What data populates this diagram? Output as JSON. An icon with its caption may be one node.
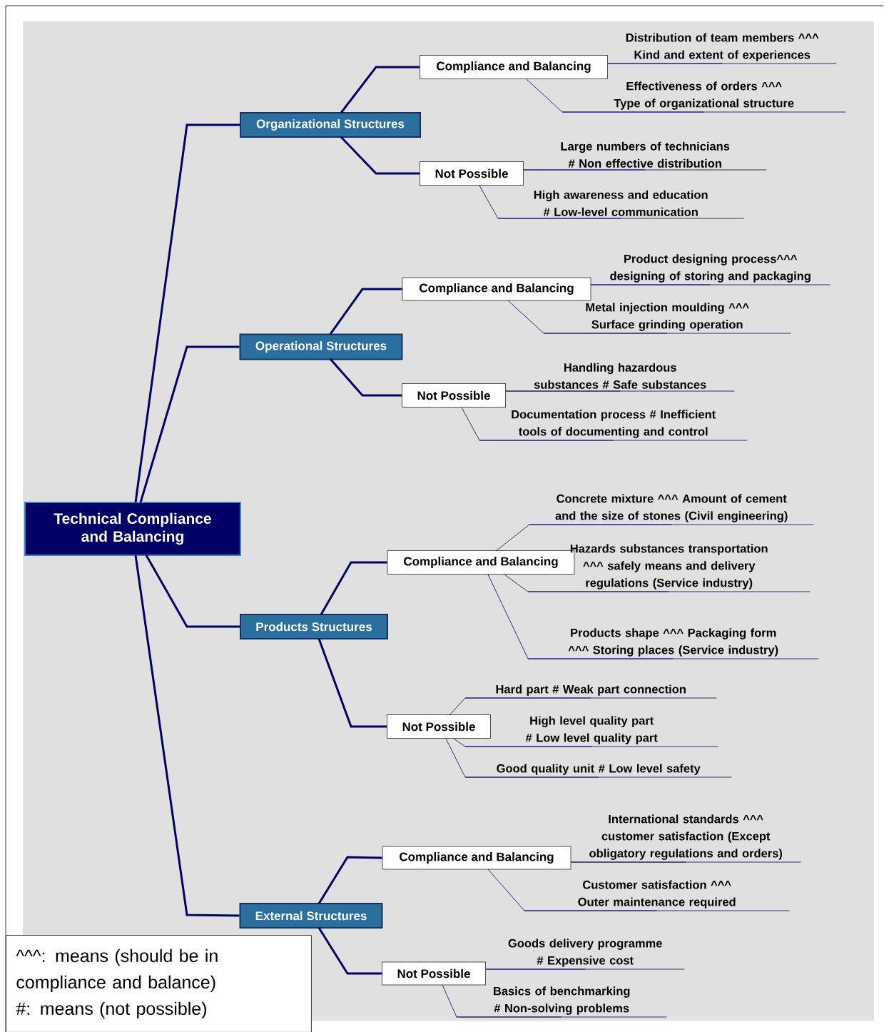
{
  "diagram": {
    "nodes": [
      {
        "text": [
          "Technical Compliance and Balancing"
        ]
      },
      {
        "text": [
          "Organizational Structures"
        ]
      },
      {
        "text": [
          "Compliance and Balancing"
        ]
      },
      {
        "text": [
          "Distribution of team members ^^^ Kind and extent of experiences"
        ]
      },
      {
        "text": [
          "Effectiveness of orders ^^^ Type of organizational structure"
        ]
      },
      {
        "text": [
          "Not Possible"
        ]
      },
      {
        "text": [
          "Large numbers of technicians # Non effective distribution"
        ]
      },
      {
        "text": [
          "High awareness and education # Low-level communication"
        ]
      },
      {
        "text": [
          "Operational Structures"
        ]
      },
      {
        "text": [
          "Compliance and Balancing"
        ]
      },
      {
        "text": [
          "Product designing process^^^ designing of storing and packaging"
        ]
      },
      {
        "text": [
          "Metal injection moulding ^^^ Surface grinding operation"
        ]
      },
      {
        "text": [
          "Not Possible"
        ]
      },
      {
        "text": [
          "Handling hazardous substances # Safe substances"
        ]
      },
      {
        "text": [
          "Documentation process # Inefficient tools of documenting and control"
        ]
      },
      {
        "text": [
          "Products Structures"
        ]
      },
      {
        "text": [
          "Compliance and Balancing"
        ]
      },
      {
        "text": [
          "Concrete mixture ^^^ Amount of cement and the size of stones (Civil engineering)"
        ]
      },
      {
        "text": [
          "Hazards substances transportation ^^^ safely means and delivery regulations (Service industry)"
        ]
      },
      {
        "text": [
          "Products shape ^^^ Packaging form ^^^ Storing places (Service industry)"
        ]
      },
      {
        "text": [
          "Not Possible"
        ]
      },
      {
        "text": [
          "Hard part # Weak part connection"
        ]
      },
      {
        "text": [
          "High level quality part # Low level quality part"
        ]
      },
      {
        "text": [
          "Good quality unit # Low level safety"
        ]
      },
      {
        "text": [
          "External Structures"
        ]
      },
      {
        "text": [
          "Compliance and Balancing"
        ]
      },
      {
        "text": [
          "International standards ^^^ customer satisfaction (Except obligatory regulations and orders)"
        ]
      },
      {
        "text": [
          "Customer satisfaction ^^^ Outer maintenance required"
        ]
      },
      {
        "text": [
          "Not Possible"
        ]
      },
      {
        "text": [
          "Goods delivery programme # Expensive cost"
        ]
      },
      {
        "text": [
          "Basics of benchmarking # Non-solving problems"
        ]
      },
      {
        "text": [
          "^^^: means (should be in compliance and balance)",
          "#: means (not possible)"
        ]
      }
    ],
    "edges": [
      {
        "from": 0,
        "to": 1,
        "arrow": "none",
        "style": "thick"
      },
      {
        "from": 1,
        "to": 2,
        "arrow": "none",
        "style": "thick"
      },
      {
        "from": 2,
        "to": 3,
        "arrow": "none"
      },
      {
        "from": 2,
        "to": 4,
        "arrow": "none"
      },
      {
        "from": 1,
        "to": 5,
        "arrow": "none",
        "style": "thick"
      },
      {
        "from": 5,
        "to": 6,
        "arrow": "none"
      },
      {
        "from": 5,
        "to": 7,
        "arrow": "none"
      },
      {
        "from": 0,
        "to": 8,
        "arrow": "none",
        "style": "thick"
      },
      {
        "from": 8,
        "to": 9,
        "arrow": "none",
        "style": "thick"
      },
      {
        "from": 9,
        "to": 10,
        "arrow": "none"
      },
      {
        "from": 9,
        "to": 11,
        "arrow": "none"
      },
      {
        "from": 8,
        "to": 12,
        "arrow": "none",
        "style": "thick"
      },
      {
        "from": 12,
        "to": 13,
        "arrow": "none"
      },
      {
        "from": 12,
        "to": 14,
        "arrow": "none"
      },
      {
        "from": 0,
        "to": 15,
        "arrow": "none",
        "style": "thick"
      },
      {
        "from": 15,
        "to": 16,
        "arrow": "none",
        "style": "thick"
      },
      {
        "from": 16,
        "to": 17,
        "arrow": "none"
      },
      {
        "from": 16,
        "to": 18,
        "arrow": "none"
      },
      {
        "from": 16,
        "to": 19,
        "arrow": "none"
      },
      {
        "from": 15,
        "to": 20,
        "arrow": "none",
        "style": "thick"
      },
      {
        "from": 20,
        "to": 21,
        "arrow": "none"
      },
      {
        "from": 20,
        "to": 22,
        "arrow": "none"
      },
      {
        "from": 20,
        "to": 23,
        "arrow": "none"
      },
      {
        "from": 0,
        "to": 24,
        "arrow": "none",
        "style": "thick"
      },
      {
        "from": 24,
        "to": 25,
        "arrow": "none",
        "style": "thick"
      },
      {
        "from": 25,
        "to": 26,
        "arrow": "none"
      },
      {
        "from": 25,
        "to": 27,
        "arrow": "none"
      },
      {
        "from": 24,
        "to": 28,
        "arrow": "none",
        "style": "thick"
      },
      {
        "from": 28,
        "to": 29,
        "arrow": "none"
      },
      {
        "from": 28,
        "to": 30,
        "arrow": "none"
      }
    ]
  }
}
